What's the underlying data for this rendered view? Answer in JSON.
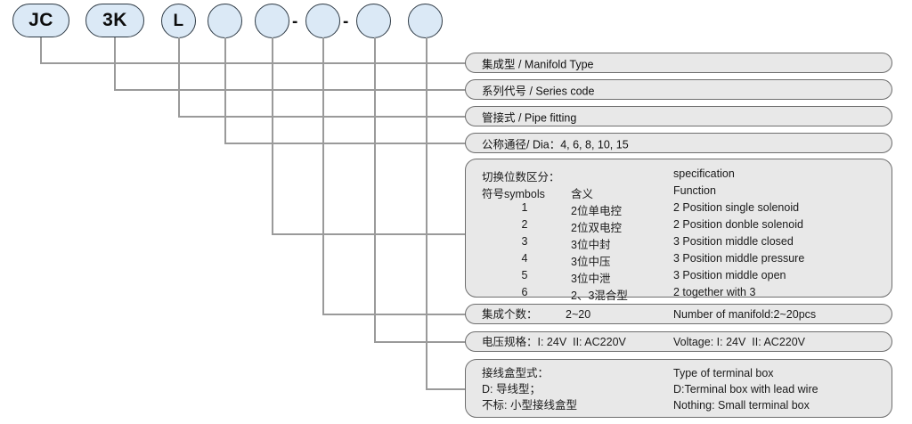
{
  "diagram": {
    "title": "Manifold valve model code breakdown",
    "accent_fill": "#dbe9f6",
    "box_fill": "#e8e8e8",
    "line_color": "#9a9a9a"
  },
  "code": {
    "segments": [
      {
        "label": "JC",
        "shape": "rounded-rect"
      },
      {
        "label": "3K",
        "shape": "rounded-rect"
      },
      {
        "label": "L",
        "shape": "circle"
      },
      {
        "label": "",
        "shape": "circle"
      },
      {
        "label": "",
        "shape": "circle"
      },
      {
        "label": "",
        "shape": "circle"
      },
      {
        "label": "",
        "shape": "circle"
      },
      {
        "label": "",
        "shape": "circle"
      }
    ],
    "separators": [
      "-",
      "-"
    ]
  },
  "rows": [
    {
      "cn": "集成型 / Manifold Type",
      "en": ""
    },
    {
      "cn": "系列代号 / Series code",
      "en": ""
    },
    {
      "cn": "管接式 / Pipe fitting",
      "en": ""
    },
    {
      "cn": "公称通径/ Dia：4, 6, 8, 10, 15",
      "en": ""
    }
  ],
  "spec_block": {
    "header_cn": "切换位数区分：",
    "header_en": "specification",
    "col_sym": "符号symbols",
    "col_mean": "含义",
    "col_fn": "Function",
    "items": [
      {
        "symbol": "1",
        "meaning": "2位单电控",
        "function": "2 Position single solenoid"
      },
      {
        "symbol": "2",
        "meaning": "2位双电控",
        "function": "2 Position donble solenoid"
      },
      {
        "symbol": "3",
        "meaning": "3位中封",
        "function": "3 Position middle closed"
      },
      {
        "symbol": "4",
        "meaning": "3位中压",
        "function": "3 Position middle pressure"
      },
      {
        "symbol": "5",
        "meaning": "3位中泄",
        "function": "3 Position middle open"
      },
      {
        "symbol": "6",
        "meaning": "2、3混合型",
        "function": "2 together with 3"
      }
    ]
  },
  "manifold_count": {
    "cn_label": "集成个数：",
    "cn_value": "2~20",
    "en": "Number of manifold:2~20pcs"
  },
  "voltage": {
    "cn": "电压规格：I: 24V  II: AC220V",
    "en": "Voltage: I: 24V  II: AC220V"
  },
  "terminal_box": {
    "cn_lines": [
      "接线盒型式：",
      "D: 导线型；",
      "不标: 小型接线盒型"
    ],
    "en_lines": [
      "Type of terminal box",
      "D:Terminal box with lead wire",
      "Nothing: Small terminal box"
    ]
  }
}
